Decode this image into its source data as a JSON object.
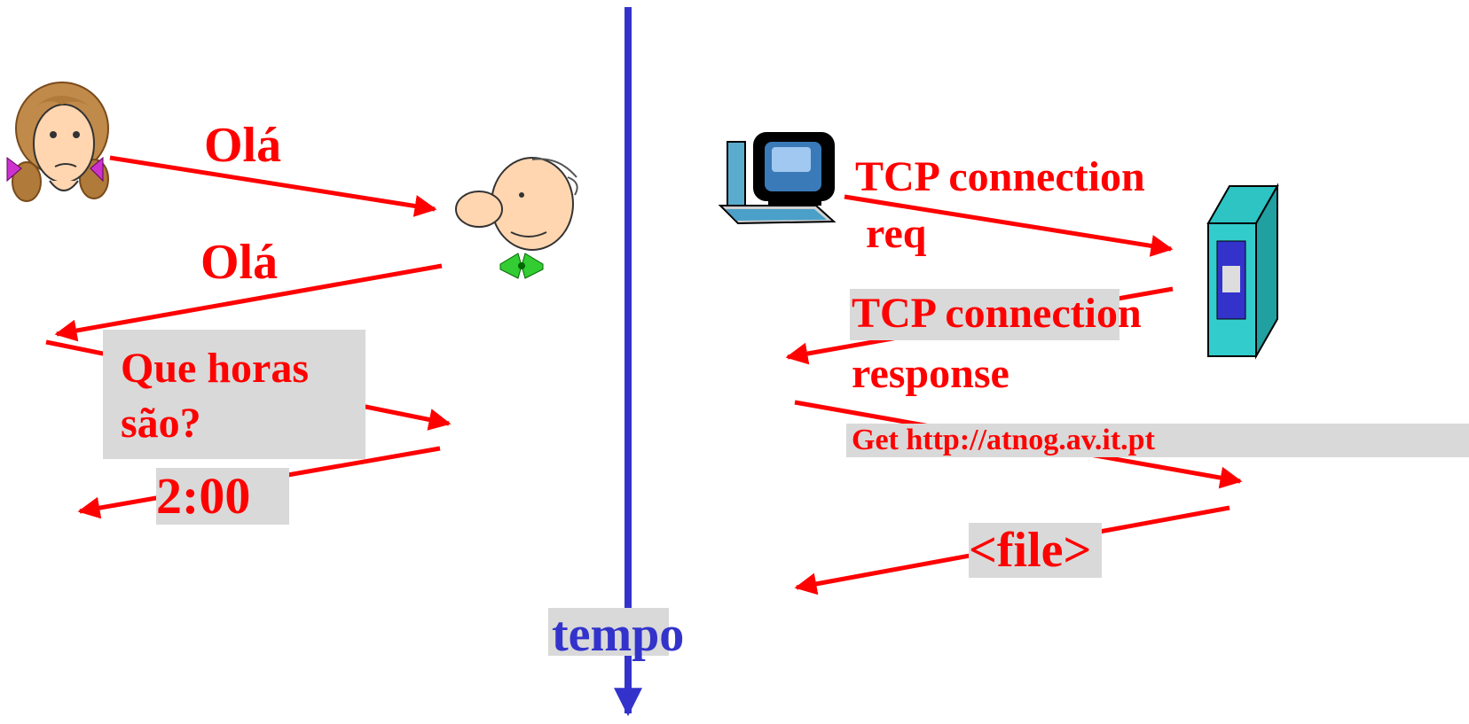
{
  "colors": {
    "message": "#ff0000",
    "timeline": "#3333cc",
    "label_box": "#d9d9d9"
  },
  "icons": {
    "left_sender": "woman-avatar-icon",
    "left_receiver": "man-avatar-icon",
    "right_client": "computer-icon",
    "right_server": "server-icon"
  },
  "human_protocol": {
    "msg1": "Olá",
    "msg2": "Olá",
    "question": "Que horas são?",
    "question_line1": "Que horas",
    "question_line2": "são?",
    "answer": "2:00"
  },
  "network_protocol": {
    "conn_req_line1": "TCP connection",
    "conn_req_line2": "req",
    "conn_resp_line1": "TCP connection",
    "conn_resp_line2": "response",
    "get_request": "Get http://atnog.av.it.pt",
    "file_response": "<file>"
  },
  "timeline": {
    "label": "tempo"
  }
}
